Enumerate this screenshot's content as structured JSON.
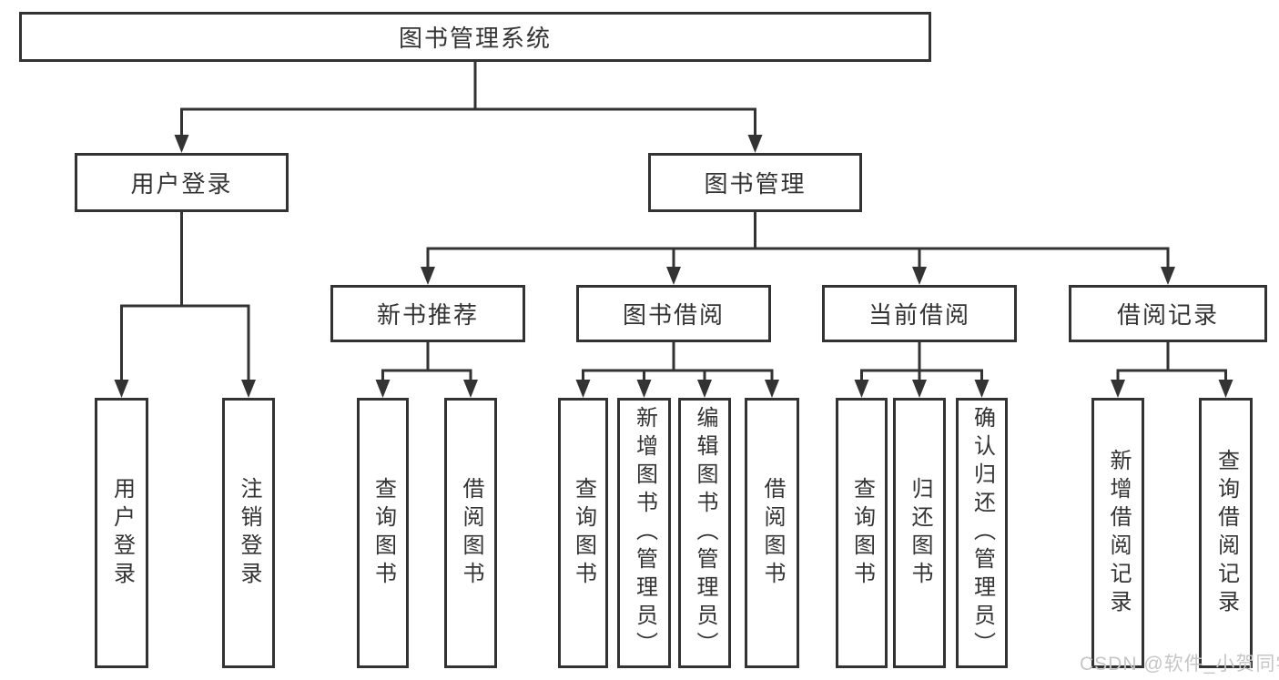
{
  "tree": {
    "root": {
      "label": "图书管理系统",
      "children": [
        {
          "label": "用户登录",
          "children": [
            {
              "label": "用户登录"
            },
            {
              "label": "注销登录"
            }
          ]
        },
        {
          "label": "图书管理",
          "children": [
            {
              "label": "新书推荐",
              "children": [
                {
                  "label": "查询图书"
                },
                {
                  "label": "借阅图书"
                }
              ]
            },
            {
              "label": "图书借阅",
              "children": [
                {
                  "label": "查询图书"
                },
                {
                  "label": "新增图书（管理员）"
                },
                {
                  "label": "编辑图书（管理员）"
                },
                {
                  "label": "借阅图书"
                }
              ]
            },
            {
              "label": "当前借阅",
              "children": [
                {
                  "label": "查询图书"
                },
                {
                  "label": "归还图书"
                },
                {
                  "label": "确认归还（管理员）"
                }
              ]
            },
            {
              "label": "借阅记录",
              "children": [
                {
                  "label": "新增借阅记录"
                },
                {
                  "label": "查询借阅记录"
                }
              ]
            }
          ]
        }
      ]
    }
  },
  "watermark": {
    "text": "CSDN @软件_小贺同学"
  },
  "colors": {
    "line": "#333333",
    "box_border": "#333333",
    "text": "#333333",
    "watermark": "#c6c6c6",
    "background": "#ffffff"
  }
}
